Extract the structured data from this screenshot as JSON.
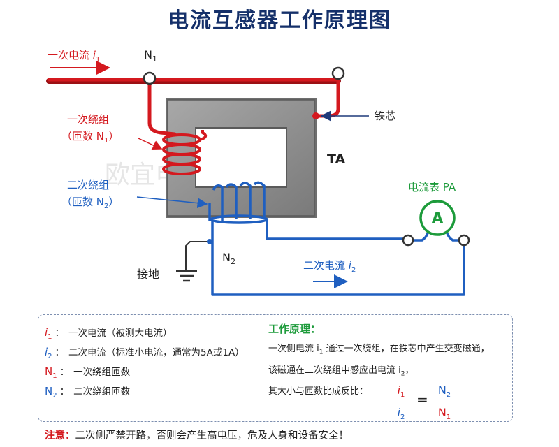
{
  "title": "电流互感器工作原理图",
  "watermark": "欧宜电气",
  "labels": {
    "primary_current": "一次电流",
    "primary_current_sym": "i",
    "primary_current_sub": "1",
    "n1": "N",
    "n1_sub": "1",
    "core": "铁芯",
    "primary_winding_l1": "一次绕组",
    "primary_winding_l2": "（匝数 N",
    "primary_winding_sub": "1",
    "primary_winding_close": "）",
    "ta": "TA",
    "secondary_winding_l1": "二次绕组",
    "secondary_winding_l2": "（匝数 N",
    "secondary_winding_sub": "2",
    "secondary_winding_close": "）",
    "ammeter": "电流表 PA",
    "ammeter_symbol": "A",
    "ground": "接地",
    "n2": "N",
    "n2_sub": "2",
    "secondary_current": "二次电流",
    "secondary_current_sym": "i",
    "secondary_current_sub": "2"
  },
  "legend": [
    {
      "sym": "i",
      "sub": "1",
      "color": "red",
      "text": "一次电流（被测大电流）"
    },
    {
      "sym": "i",
      "sub": "2",
      "color": "blue",
      "text": "二次电流（标准小电流，通常为5A或1A）"
    },
    {
      "sym": "N",
      "sub": "1",
      "color": "red",
      "text": "一次绕组匝数"
    },
    {
      "sym": "N",
      "sub": "2",
      "color": "blue",
      "text": "二次绕组匝数"
    }
  ],
  "legend_colon": "：",
  "principle": {
    "title": "工作原理：",
    "line1_a": "一次侧电流 i",
    "line1_sub": "1",
    "line1_b": " 通过一次绕组，在铁芯中产生交变磁通，",
    "line2_a": "该磁通在二次绕组中感应出电流 i",
    "line2_sub": "2",
    "line2_b": "，",
    "line3": "其大小与匝数比成反比："
  },
  "formula": {
    "left_num": "i",
    "left_num_sub": "1",
    "left_den": "i",
    "left_den_sub": "2",
    "equals": "=",
    "right_num": "N",
    "right_num_sub": "2",
    "right_den": "N",
    "right_den_sub": "1"
  },
  "warning": {
    "label": "注意：",
    "text": "二次侧严禁开路，否则会产生高电压，危及人身和设备安全！"
  },
  "colors": {
    "primary": "#d4191f",
    "secondary": "#1f5fc0",
    "core": "#8e8e8e",
    "ammeter": "#1d9b3b",
    "title": "#15306a"
  }
}
